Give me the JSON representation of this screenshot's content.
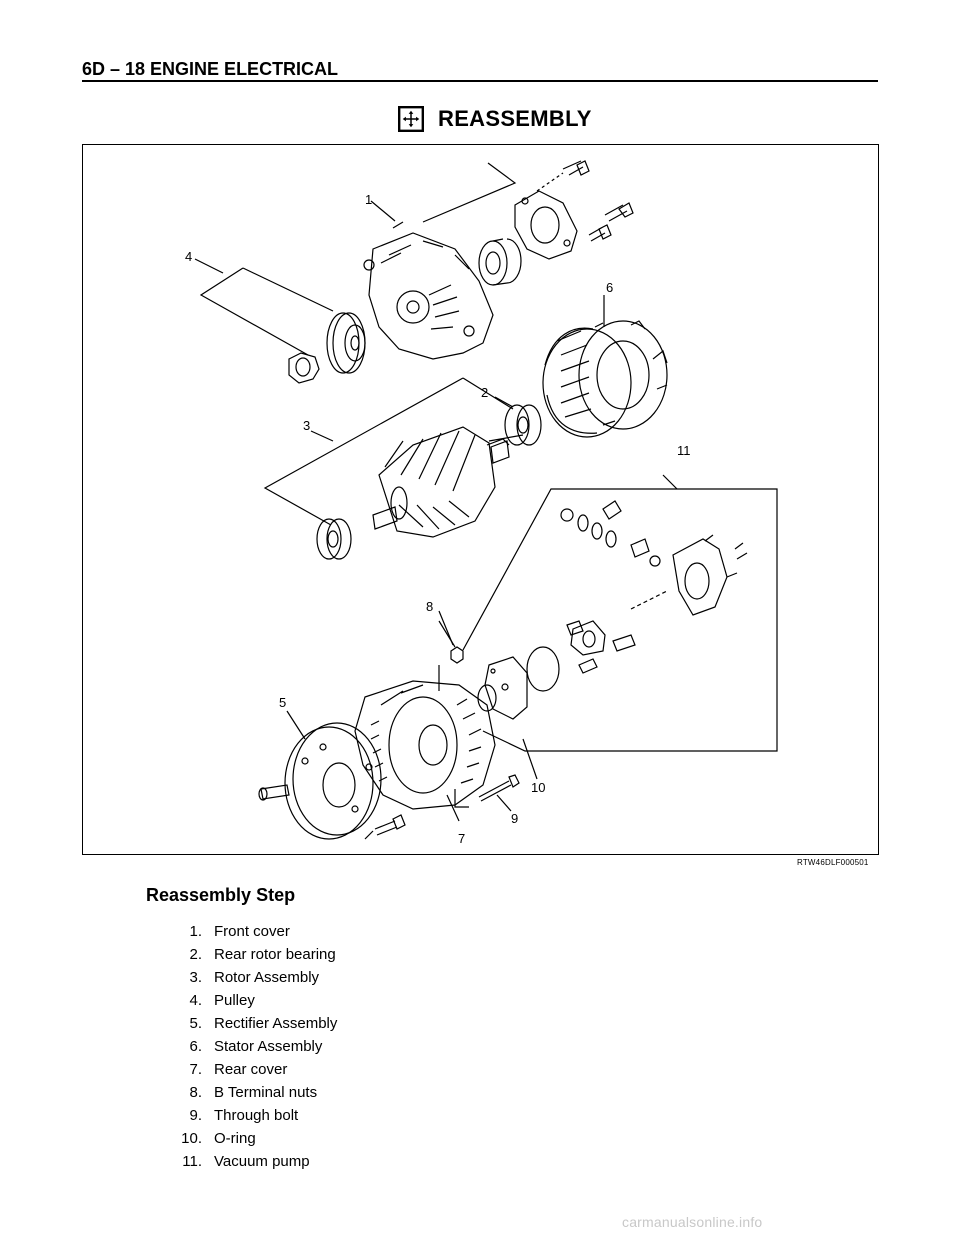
{
  "header": {
    "page_title": "6D – 18  ENGINE ELECTRICAL"
  },
  "section": {
    "title": "REASSEMBLY",
    "icon": "reassembly-icon"
  },
  "figure": {
    "reference_code": "RTW46DLF000501",
    "callouts": [
      "1",
      "2",
      "3",
      "4",
      "5",
      "6",
      "7",
      "8",
      "9",
      "10",
      "11"
    ]
  },
  "steps": {
    "heading": "Reassembly Step",
    "items": [
      {
        "num": "1.",
        "label": "Front cover"
      },
      {
        "num": "2.",
        "label": "Rear rotor bearing"
      },
      {
        "num": "3.",
        "label": "Rotor Assembly"
      },
      {
        "num": "4.",
        "label": "Pulley"
      },
      {
        "num": "5.",
        "label": "Rectifier Assembly"
      },
      {
        "num": "6.",
        "label": "Stator Assembly"
      },
      {
        "num": "7.",
        "label": "Rear cover"
      },
      {
        "num": "8.",
        "label": "B Terminal nuts"
      },
      {
        "num": "9.",
        "label": "Through bolt"
      },
      {
        "num": "10.",
        "label": "O-ring"
      },
      {
        "num": "11.",
        "label": "Vacuum pump"
      }
    ]
  },
  "footer": {
    "watermark": "carmanualsonline.info"
  }
}
